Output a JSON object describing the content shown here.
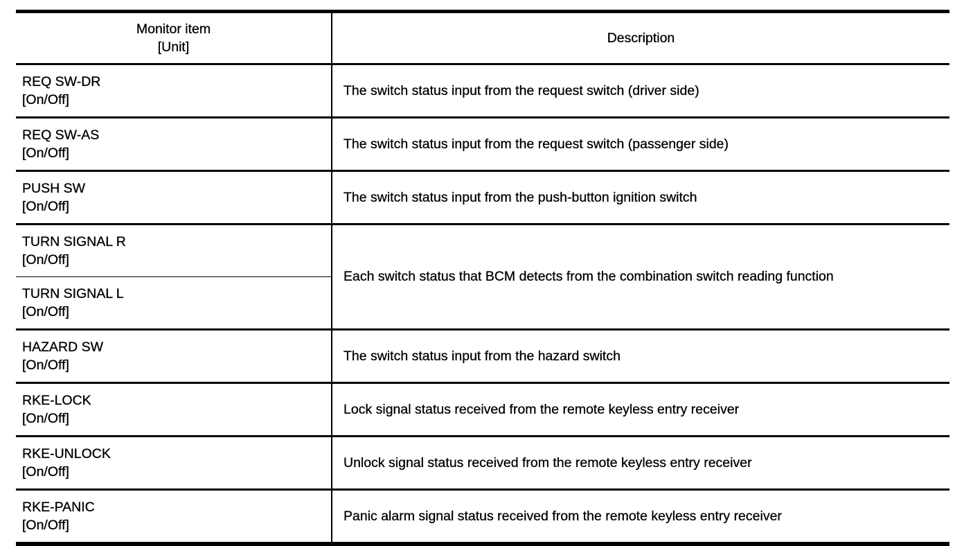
{
  "document": {
    "type": "table",
    "colors": {
      "background": "#ffffff",
      "text": "#000000",
      "border": "#000000"
    },
    "table": {
      "header": {
        "monitor_item_line1": "Monitor item",
        "monitor_item_line2": "[Unit]",
        "description": "Description"
      },
      "rows": [
        {
          "item": "REQ SW-DR",
          "unit": "[On/Off]",
          "description": "The switch status input from the request switch (driver side)"
        },
        {
          "item": "REQ SW-AS",
          "unit": "[On/Off]",
          "description": "The switch status input from the request switch (passenger side)"
        },
        {
          "item": "PUSH SW",
          "unit": "[On/Off]",
          "description": "The switch status input from the push-button ignition switch"
        },
        {
          "item": "TURN SIGNAL R",
          "unit": "[On/Off]",
          "description": "Each switch status that BCM detects from the combination switch reading function",
          "description_rowspan": 2
        },
        {
          "item": "TURN SIGNAL L",
          "unit": "[On/Off]"
        },
        {
          "item": "HAZARD SW",
          "unit": "[On/Off]",
          "description": "The switch status input from the hazard switch"
        },
        {
          "item": "RKE-LOCK",
          "unit": "[On/Off]",
          "description": "Lock signal status received from the remote keyless entry receiver"
        },
        {
          "item": "RKE-UNLOCK",
          "unit": "[On/Off]",
          "description": "Unlock signal status received from the remote keyless entry receiver"
        },
        {
          "item": "RKE-PANIC",
          "unit": "[On/Off]",
          "description": "Panic alarm signal status received from the remote keyless entry receiver"
        }
      ]
    }
  }
}
